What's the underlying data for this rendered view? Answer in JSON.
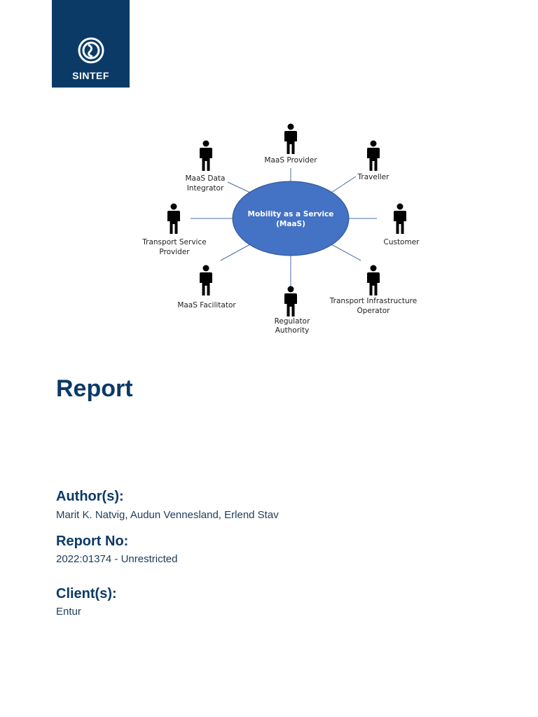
{
  "logo": {
    "name": "SINTEF"
  },
  "diagram": {
    "center": [
      "Mobility as a Service",
      "(MaaS)"
    ],
    "actors": {
      "maas_provider": [
        "MaaS Provider"
      ],
      "traveller": [
        "Traveller"
      ],
      "customer": [
        "Customer"
      ],
      "transport_infrastructure_operator": [
        "Transport Infrastructure",
        "Operator"
      ],
      "regulator_authority": [
        "Regulator",
        "Authority"
      ],
      "maas_facilitator": [
        "MaaS Facilitator"
      ],
      "transport_service_provider": [
        "Transport Service",
        "Provider"
      ],
      "maas_data_integrator": [
        "MaaS Data",
        "Integrator"
      ]
    }
  },
  "document": {
    "title": "Report",
    "authors_label": "Author(s):",
    "authors": "Marit K. Natvig, Audun Vennesland, Erlend Stav",
    "report_no_label": "Report No:",
    "report_no": "2022:01374 - Unrestricted",
    "clients_label": "Client(s):",
    "clients": "Entur"
  }
}
